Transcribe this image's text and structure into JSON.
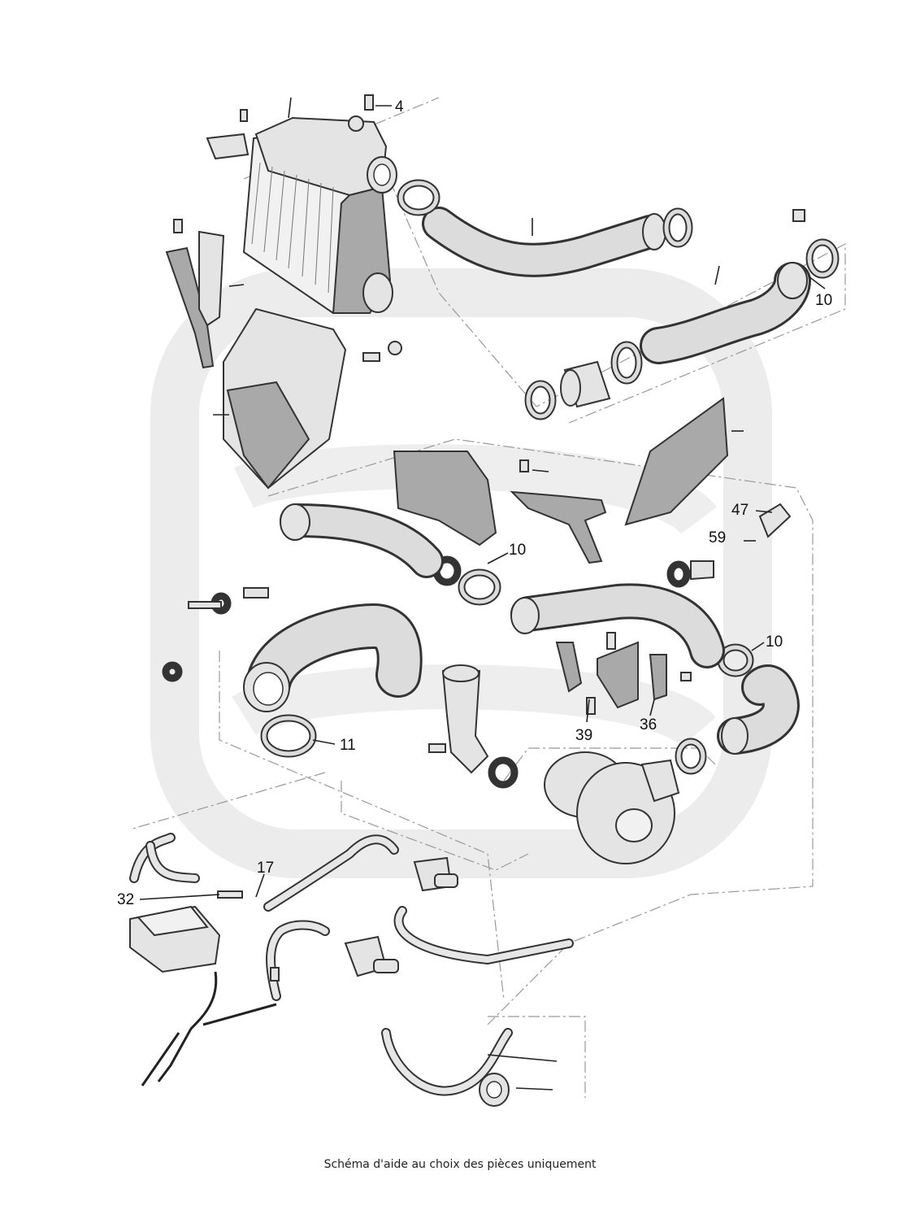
{
  "caption": "Schéma d'aide au choix des pièces uniquement",
  "callouts": [
    "4",
    "10",
    "10",
    "10",
    "47",
    "59",
    "11",
    "39",
    "36",
    "17",
    "32"
  ],
  "colors": {
    "part_fill": "#e4e4e4",
    "outline": "#333333",
    "watermark": "#ececec"
  }
}
